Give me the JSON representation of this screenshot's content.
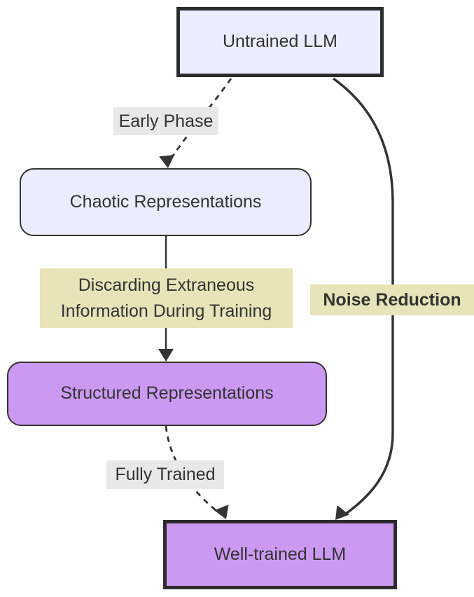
{
  "diagram": {
    "type": "flowchart",
    "direction": "top-down",
    "nodes": {
      "untrained": {
        "label": "Untrained LLM",
        "shape": "rectangle-thick-border",
        "fill": "#ECECFF"
      },
      "chaotic": {
        "label": "Chaotic Representations",
        "shape": "rounded-rectangle",
        "fill": "#ECECFF"
      },
      "structured": {
        "label": "Structured Representations",
        "shape": "rounded-rectangle",
        "fill": "#CB99F2"
      },
      "welltrained": {
        "label": "Well-trained LLM",
        "shape": "rectangle-thick-border",
        "fill": "#CB99F2"
      }
    },
    "edges": [
      {
        "from": "untrained",
        "to": "chaotic",
        "label": "Early Phase",
        "line_style": "dashed",
        "label_bg": "#E8E8E8",
        "label_bold": false
      },
      {
        "from": "chaotic",
        "to": "structured",
        "label": "Discarding Extraneous Information During Training",
        "line_style": "solid",
        "label_bg": "#E8E3B9",
        "label_bold": false
      },
      {
        "from": "structured",
        "to": "welltrained",
        "label": "Fully Trained",
        "line_style": "dashed",
        "label_bg": "#E8E8E8",
        "label_bold": false
      },
      {
        "from": "untrained",
        "to": "welltrained",
        "label": "Noise Reduction",
        "line_style": "solid",
        "label_bg": "#E8E3B9",
        "label_bold": true
      }
    ],
    "colors": {
      "line": "#333333",
      "text": "#333333",
      "node_border": "#333333",
      "node_fill_lavender": "#ECECFF",
      "node_fill_purple": "#CB99F2",
      "label_bg_gray": "#E8E8E8",
      "label_bg_khaki": "#E8E3B9"
    }
  }
}
